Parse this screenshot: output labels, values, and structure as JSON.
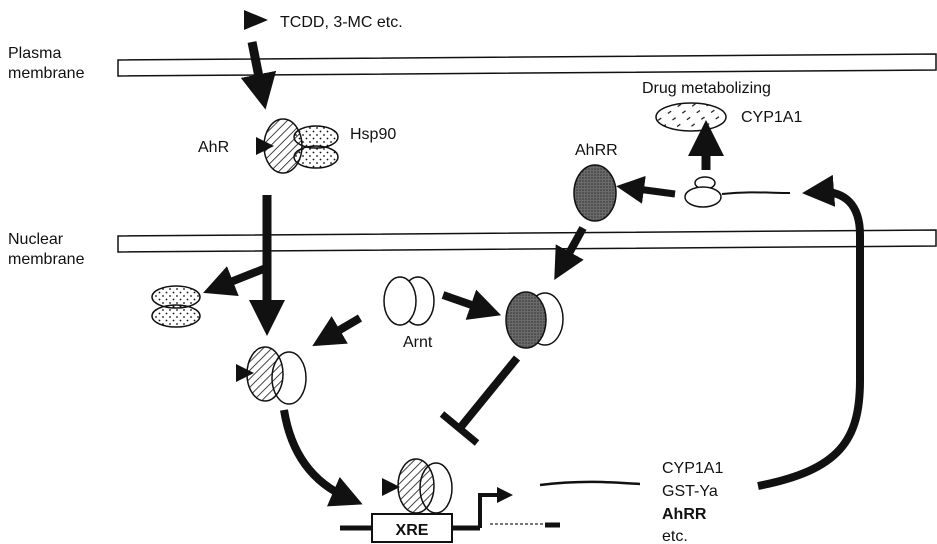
{
  "labels": {
    "ligand": "TCDD, 3-MC etc.",
    "plasma_line1": "Plasma",
    "plasma_line2": "membrane",
    "nuclear_line1": "Nuclear",
    "nuclear_line2": "membrane",
    "ahr": "AhR",
    "hsp90": "Hsp90",
    "drug_metabolizing": "Drug metabolizing",
    "cyp1a1": "CYP1A1",
    "ahrr": "AhRR",
    "arnt": "Arnt",
    "xre": "XRE",
    "gene_cyp1a1": "CYP1A1",
    "gene_gst": "GST-Ya",
    "gene_ahrr": "AhRR",
    "gene_etc": "etc."
  },
  "colors": {
    "ink": "#111111",
    "ahrr_fill": "#5a5a5a",
    "membrane_fill": "#ffffff"
  }
}
